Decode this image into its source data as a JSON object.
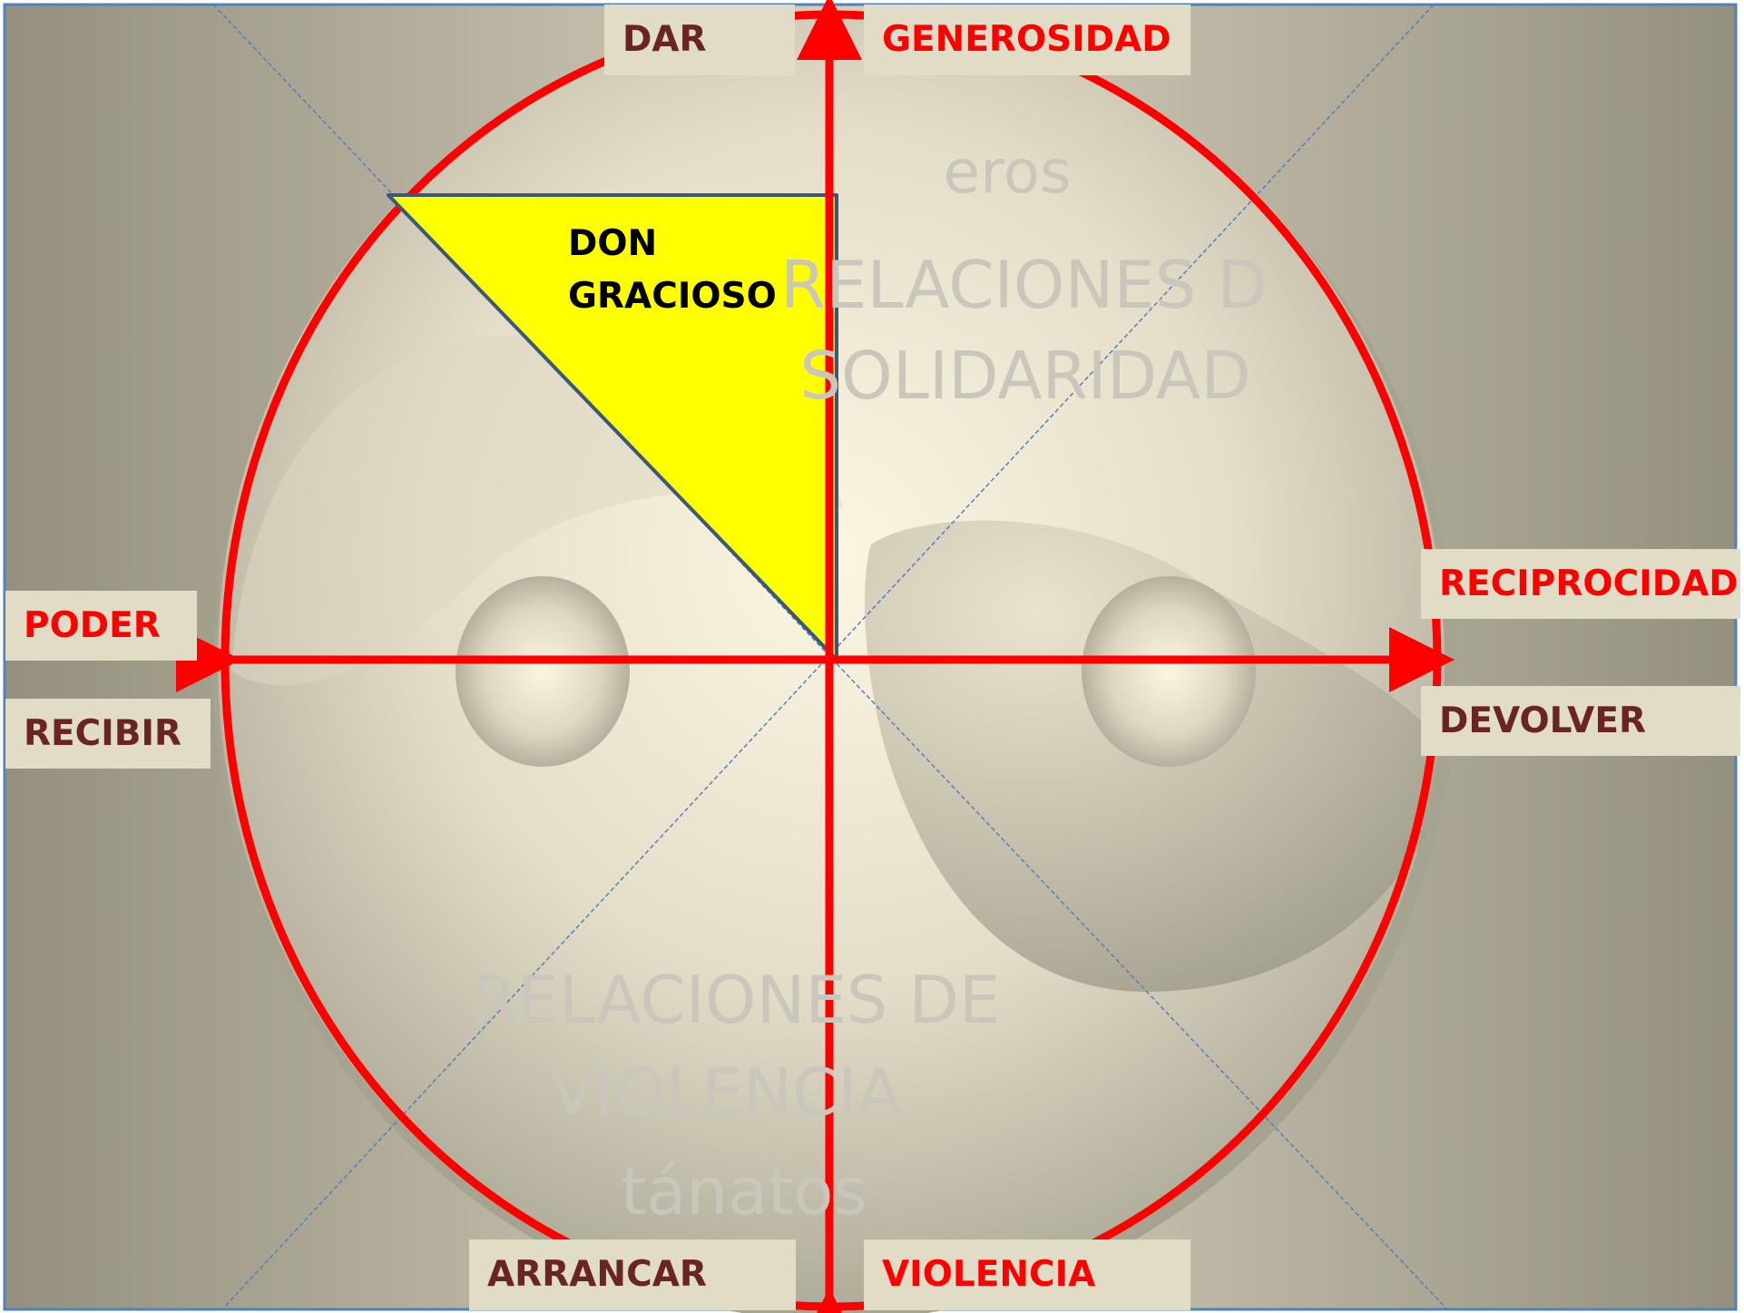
{
  "labels": {
    "dar": "DAR",
    "generosidad": "GENEROSIDAD",
    "poder": "PODER",
    "recibir": "RECIBIR",
    "reciprocidad": "RECIPROCIDAD",
    "devolver": "DEVOLVER",
    "arrancar": "ARRANCAR",
    "violencia": "VIOLENCIA"
  },
  "triangle": {
    "line1": "DON",
    "line2": "GRACIOSO"
  },
  "background_text": {
    "eros": "eros",
    "solidaridad_line1": "RELACIONES DE",
    "solidaridad_line2": "SOLIDARIDAD",
    "violencia_line1": "RELACIONES DE",
    "violencia_line2": "VIOLENCIA",
    "tanatos": "tánatos"
  },
  "colors": {
    "accent_red": "#ff0000",
    "label_dark": "#6a2424",
    "label_box": "#e1dcc6",
    "triangle_fill": "#ffff00",
    "diagonal_blue": "#4f81bd"
  }
}
